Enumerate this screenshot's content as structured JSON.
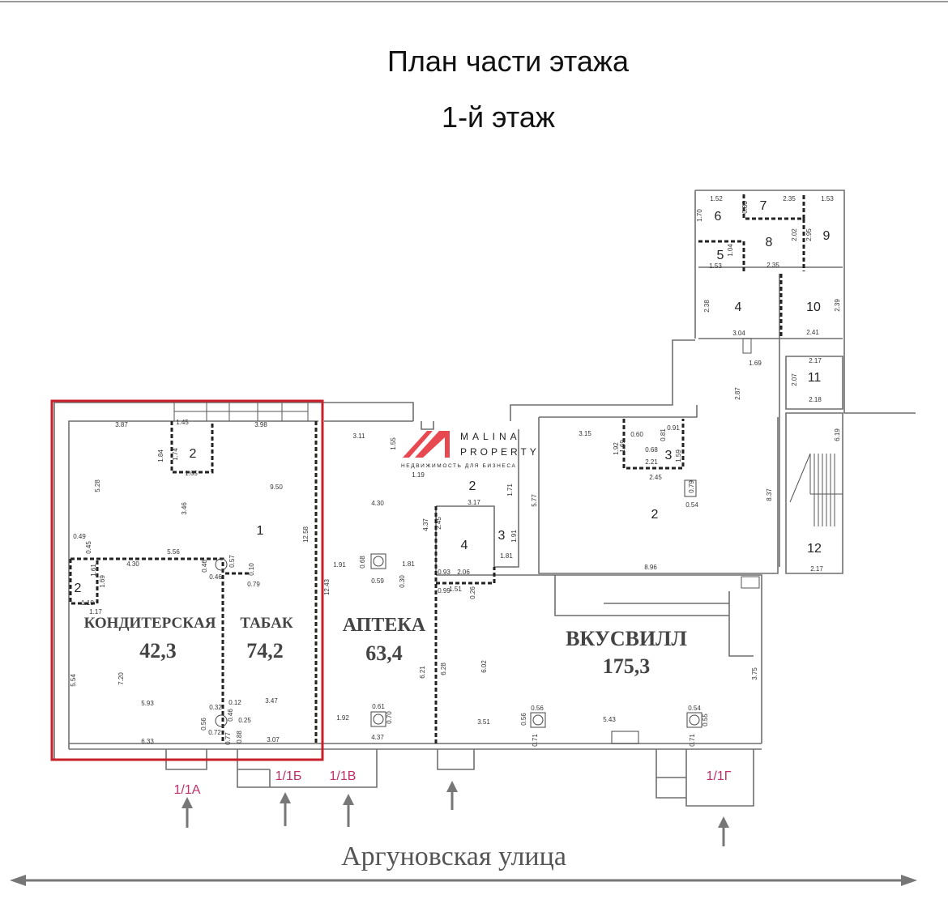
{
  "header": {
    "title": "План части этажа",
    "subtitle": "1-й этаж"
  },
  "logo": {
    "name_line1": "MALINA",
    "name_line2": "PROPERTY",
    "tagline": "НЕДВИЖИМОСТЬ ДЛЯ БИЗНЕСА",
    "brand_color": "#e8484f"
  },
  "highlight_color": "#c8202b",
  "shops": [
    {
      "name": "КОНДИТЕРСКАЯ",
      "area": "42,3"
    },
    {
      "name": "ТАБАК",
      "area": "74,2"
    },
    {
      "name": "АПТЕКА",
      "area": "63,4"
    },
    {
      "name": "ВКУСВИЛЛ",
      "area": "175,3"
    }
  ],
  "room_numbers": [
    "2",
    "1",
    "2",
    "6",
    "7",
    "8",
    "5",
    "9",
    "4",
    "10",
    "11",
    "3",
    "2",
    "12",
    "2",
    "4",
    "3"
  ],
  "entrances": [
    "1/1А",
    "1/1Б",
    "1/1В",
    "1/1Г"
  ],
  "street": "Аргуновская улица",
  "dimensions": [
    "3.87",
    "1.45",
    "3.98",
    "1.84",
    "1.74",
    "1.65",
    "5.28",
    "9.50",
    "3.46",
    "0.49",
    "0.45",
    "5.56",
    "4.30",
    "0.46",
    "0.57",
    "0.46",
    "0.10",
    "0.79",
    "1.61",
    "1.69",
    "1.10",
    "1.17",
    "12.58",
    "5.54",
    "7.20",
    "5.93",
    "0.32",
    "0.12",
    "3.47",
    "0.56",
    "0.46",
    "0.25",
    "0.72",
    "0.77",
    "0.88",
    "6.33",
    "3.07",
    "3.11",
    "1.55",
    "1.19",
    "4.30",
    "4.37",
    "1.91",
    "0.68",
    "0.59",
    "1.81",
    "0.93",
    "0.30",
    "0.99",
    "12.43",
    "6.21",
    "1.92",
    "0.61",
    "0.70",
    "4.37",
    "3.17",
    "1.71",
    "2.45",
    "1.91",
    "1.81",
    "2.06",
    "1.51",
    "0.26",
    "6.28",
    "6.02",
    "3.51",
    "0.56",
    "0.56",
    "0.71",
    "5.43",
    "0.54",
    "0.55",
    "0.71",
    "3.75",
    "3.15",
    "1.92",
    "1.69",
    "0.60",
    "0.91",
    "0.81",
    "0.68",
    "2.21",
    "1.59",
    "2.45",
    "0.79",
    "0.54",
    "5.77",
    "8.37",
    "8.96",
    "2.87",
    "1.69",
    "1.52",
    "0.83",
    "2.35",
    "1.53",
    "1.70",
    "2.02",
    "2.95",
    "1.04",
    "1.53",
    "2.35",
    "2.38",
    "2.39",
    "3.04",
    "2.41",
    "2.17",
    "2.07",
    "2.18",
    "6.19",
    "2.17"
  ]
}
